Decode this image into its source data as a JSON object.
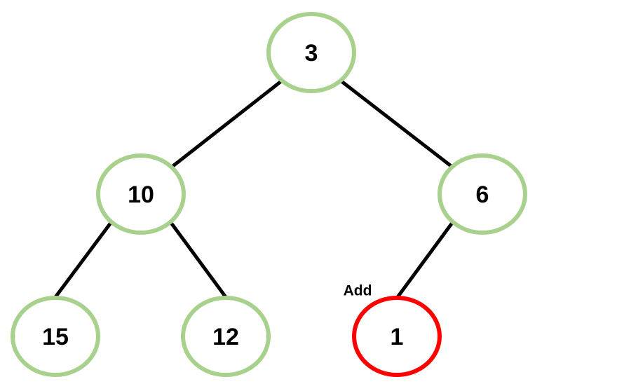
{
  "tree": {
    "nodes": [
      {
        "id": "root",
        "label": "3",
        "status": "existing"
      },
      {
        "id": "left",
        "label": "10",
        "status": "existing"
      },
      {
        "id": "right",
        "label": "6",
        "status": "existing"
      },
      {
        "id": "left-left",
        "label": "15",
        "status": "existing"
      },
      {
        "id": "left-right",
        "label": "12",
        "status": "existing"
      },
      {
        "id": "right-left",
        "label": "1",
        "status": "added"
      }
    ],
    "edges": [
      {
        "from": "root",
        "to": "left"
      },
      {
        "from": "root",
        "to": "right"
      },
      {
        "from": "left",
        "to": "left-left"
      },
      {
        "from": "left",
        "to": "left-right"
      },
      {
        "from": "right",
        "to": "right-left"
      }
    ],
    "annotation": {
      "text": "Add",
      "target": "right-left"
    }
  },
  "colors": {
    "existing_node_border": "#a9d18e",
    "added_node_border": "#ff0000",
    "edge": "#000000",
    "text": "#000000"
  }
}
